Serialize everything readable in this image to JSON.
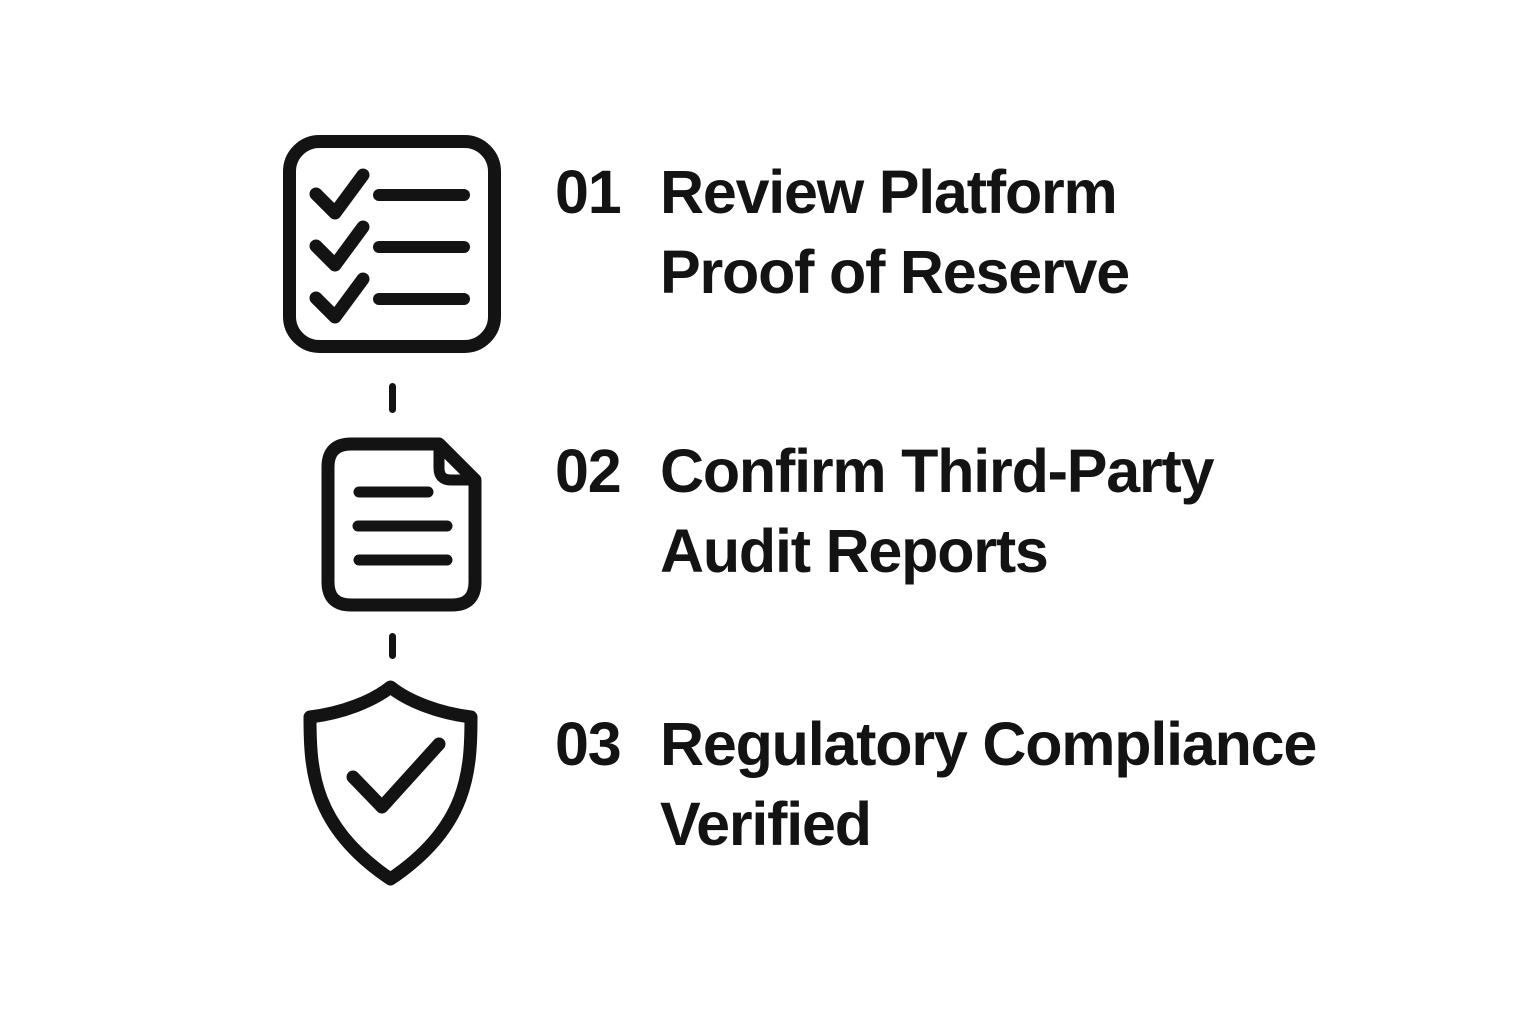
{
  "colors": {
    "background": "#ffffff",
    "ink": "#131313"
  },
  "diagram": {
    "type": "vertical-step-list",
    "steps": [
      {
        "number": "01",
        "title": "Review Platform\nProof of Reserve",
        "icon": "checklist-icon"
      },
      {
        "number": "02",
        "title": "Confirm Third-Party\nAudit Reports",
        "icon": "document-icon"
      },
      {
        "number": "03",
        "title": "Regulatory Compliance\nVerified",
        "icon": "shield-check-icon"
      }
    ]
  }
}
